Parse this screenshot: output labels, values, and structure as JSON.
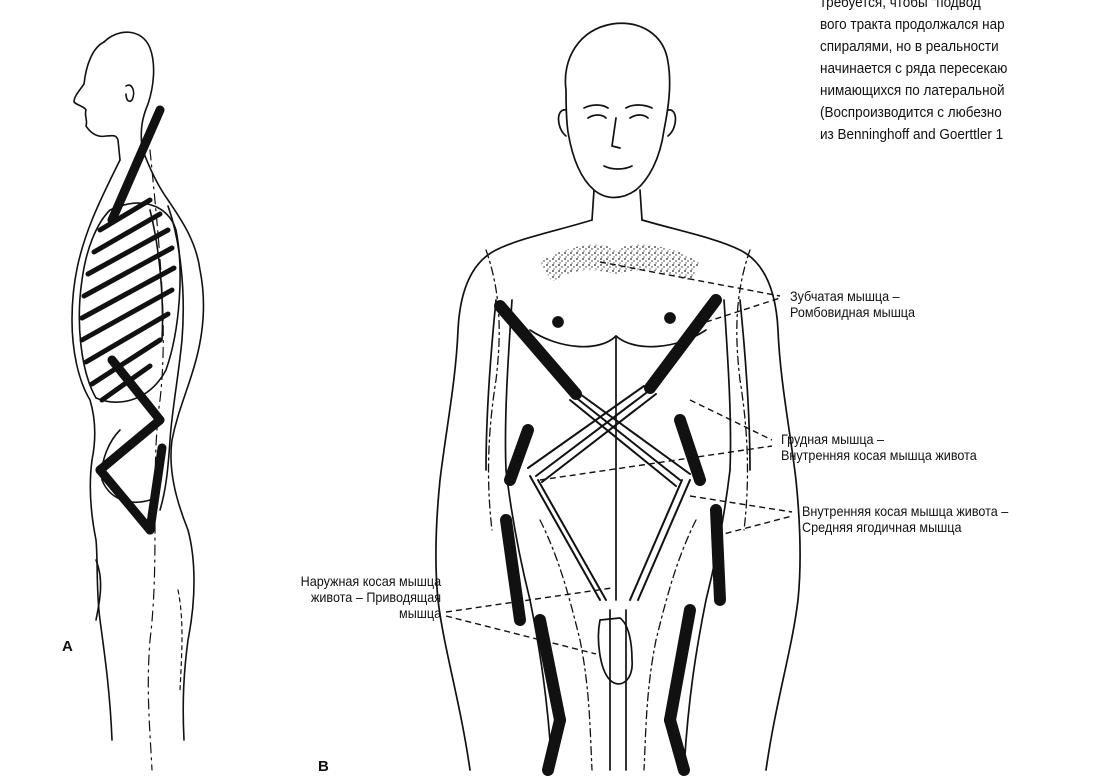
{
  "caption_lines": [
    "требуется, чтобы \"подвод",
    "вого тракта продолжался нар",
    "спиралями, но в реальности",
    "начинается с ряда пересекаю",
    "нимающихся по латеральной",
    "(Воспроизводится с любезно",
    "из Benninghoff and Goerttler 1"
  ],
  "labels": {
    "serratus": [
      "Зубчатая мышца –",
      "Ромбовидная мышца"
    ],
    "pectoral": [
      "Грудная мышца –",
      "Внутренняя косая мышца живота"
    ],
    "internal_oblique": [
      "Внутренняя косая мышца живота –",
      "Средняя ягодичная мышца"
    ],
    "external_oblique": [
      "Наружная косая мышца",
      "живота – Приводящая",
      "мышца"
    ]
  },
  "panel_a": "A",
  "panel_b": "B",
  "colors": {
    "ink": "#111111",
    "paper": "#ffffff"
  }
}
